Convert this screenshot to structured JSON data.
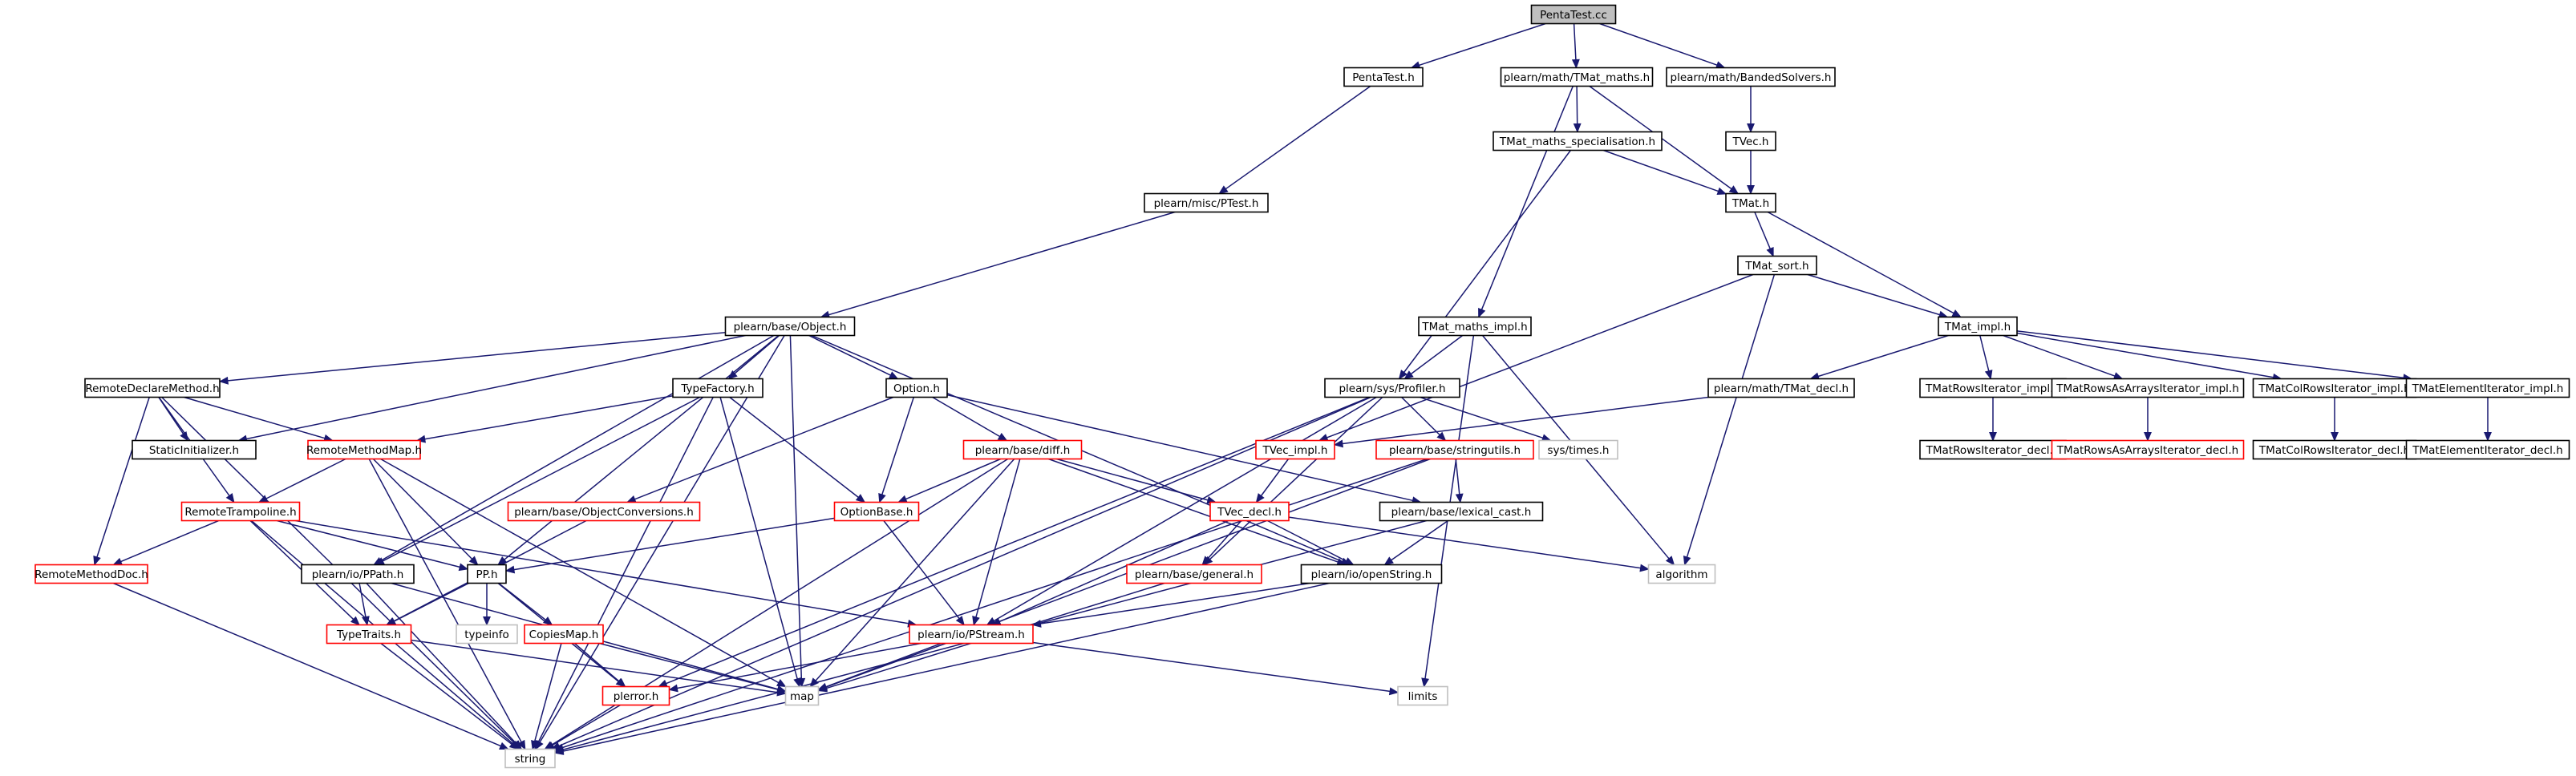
{
  "colors": {
    "edge": "#191970",
    "border_normal": "#000000",
    "border_incomplete": "#ff0000",
    "border_external": "#bfbfbf",
    "root_fill": "#bfbfbf",
    "fill": "#ffffff"
  },
  "nodes": [
    {
      "id": "pentatest_cc",
      "label": "PentaTest.cc",
      "kind": "root"
    },
    {
      "id": "pentatest_h",
      "label": "PentaTest.h",
      "kind": "normal"
    },
    {
      "id": "tmat_maths_h",
      "label": "plearn/math/TMat_maths.h",
      "kind": "normal"
    },
    {
      "id": "banded_solvers_h",
      "label": "plearn/math/BandedSolvers.h",
      "kind": "normal"
    },
    {
      "id": "tmat_maths_spec_h",
      "label": "TMat_maths_specialisation.h",
      "kind": "normal"
    },
    {
      "id": "tvec_h",
      "label": "TVec.h",
      "kind": "normal"
    },
    {
      "id": "ptest_h",
      "label": "plearn/misc/PTest.h",
      "kind": "normal"
    },
    {
      "id": "tmat_h",
      "label": "TMat.h",
      "kind": "normal"
    },
    {
      "id": "tmat_sort_h",
      "label": "TMat_sort.h",
      "kind": "normal"
    },
    {
      "id": "object_h",
      "label": "plearn/base/Object.h",
      "kind": "normal"
    },
    {
      "id": "tmat_maths_impl_h",
      "label": "TMat_maths_impl.h",
      "kind": "normal"
    },
    {
      "id": "tmat_impl_h",
      "label": "TMat_impl.h",
      "kind": "normal"
    },
    {
      "id": "remote_declare_method_h",
      "label": "RemoteDeclareMethod.h",
      "kind": "normal"
    },
    {
      "id": "type_factory_h",
      "label": "TypeFactory.h",
      "kind": "normal"
    },
    {
      "id": "option_h",
      "label": "Option.h",
      "kind": "normal"
    },
    {
      "id": "profiler_h",
      "label": "plearn/sys/Profiler.h",
      "kind": "normal"
    },
    {
      "id": "tmat_decl_h",
      "label": "plearn/math/TMat_decl.h",
      "kind": "normal"
    },
    {
      "id": "tmat_rows_iterator_impl_h",
      "label": "TMatRowsIterator_impl.h",
      "kind": "normal"
    },
    {
      "id": "tmat_rows_as_arrays_iterator_impl_h",
      "label": "TMatRowsAsArraysIterator_impl.h",
      "kind": "normal"
    },
    {
      "id": "tmat_col_rows_iterator_impl_h",
      "label": "TMatColRowsIterator_impl.h",
      "kind": "normal"
    },
    {
      "id": "tmat_element_iterator_impl_h",
      "label": "TMatElementIterator_impl.h",
      "kind": "normal"
    },
    {
      "id": "static_initializer_h",
      "label": "StaticInitializer.h",
      "kind": "normal"
    },
    {
      "id": "remote_method_map_h",
      "label": "RemoteMethodMap.h",
      "kind": "incomplete"
    },
    {
      "id": "diff_h",
      "label": "plearn/base/diff.h",
      "kind": "incomplete"
    },
    {
      "id": "tvec_impl_h",
      "label": "TVec_impl.h",
      "kind": "incomplete"
    },
    {
      "id": "stringutils_h",
      "label": "plearn/base/stringutils.h",
      "kind": "incomplete"
    },
    {
      "id": "sys_times_h",
      "label": "sys/times.h",
      "kind": "external"
    },
    {
      "id": "tmat_rows_iterator_decl_h",
      "label": "TMatRowsIterator_decl.h",
      "kind": "normal"
    },
    {
      "id": "tmat_rows_as_arrays_iterator_decl_h",
      "label": "TMatRowsAsArraysIterator_decl.h",
      "kind": "incomplete"
    },
    {
      "id": "tmat_col_rows_iterator_decl_h",
      "label": "TMatColRowsIterator_decl.h",
      "kind": "normal"
    },
    {
      "id": "tmat_element_iterator_decl_h",
      "label": "TMatElementIterator_decl.h",
      "kind": "normal"
    },
    {
      "id": "remote_trampoline_h",
      "label": "RemoteTrampoline.h",
      "kind": "incomplete"
    },
    {
      "id": "object_conversions_h",
      "label": "plearn/base/ObjectConversions.h",
      "kind": "incomplete"
    },
    {
      "id": "option_base_h",
      "label": "OptionBase.h",
      "kind": "incomplete"
    },
    {
      "id": "tvec_decl_h",
      "label": "TVec_decl.h",
      "kind": "incomplete"
    },
    {
      "id": "lexical_cast_h",
      "label": "plearn/base/lexical_cast.h",
      "kind": "normal"
    },
    {
      "id": "remote_method_doc_h",
      "label": "RemoteMethodDoc.h",
      "kind": "incomplete"
    },
    {
      "id": "ppath_h",
      "label": "plearn/io/PPath.h",
      "kind": "normal"
    },
    {
      "id": "pp_h",
      "label": "PP.h",
      "kind": "normal"
    },
    {
      "id": "general_h",
      "label": "plearn/base/general.h",
      "kind": "incomplete"
    },
    {
      "id": "open_string_h",
      "label": "plearn/io/openString.h",
      "kind": "normal"
    },
    {
      "id": "algorithm",
      "label": "algorithm",
      "kind": "external"
    },
    {
      "id": "type_traits_h",
      "label": "TypeTraits.h",
      "kind": "incomplete"
    },
    {
      "id": "typeinfo",
      "label": "typeinfo",
      "kind": "external"
    },
    {
      "id": "copies_map_h",
      "label": "CopiesMap.h",
      "kind": "incomplete"
    },
    {
      "id": "pstream_h",
      "label": "plearn/io/PStream.h",
      "kind": "incomplete"
    },
    {
      "id": "map",
      "label": "map",
      "kind": "external"
    },
    {
      "id": "limits",
      "label": "limits",
      "kind": "external"
    },
    {
      "id": "plerror_h",
      "label": "plerror.h",
      "kind": "incomplete"
    },
    {
      "id": "string",
      "label": "string",
      "kind": "external"
    }
  ],
  "edges": [
    [
      "pentatest_cc",
      "pentatest_h"
    ],
    [
      "pentatest_cc",
      "tmat_maths_h"
    ],
    [
      "pentatest_cc",
      "banded_solvers_h"
    ],
    [
      "pentatest_h",
      "ptest_h"
    ],
    [
      "ptest_h",
      "object_h"
    ],
    [
      "tmat_maths_h",
      "tmat_maths_spec_h"
    ],
    [
      "tmat_maths_h",
      "tmat_h"
    ],
    [
      "tmat_maths_h",
      "tmat_maths_impl_h"
    ],
    [
      "banded_solvers_h",
      "tvec_h"
    ],
    [
      "tvec_h",
      "tmat_h"
    ],
    [
      "tmat_maths_spec_h",
      "tmat_h"
    ],
    [
      "tmat_maths_spec_h",
      "profiler_h"
    ],
    [
      "tmat_h",
      "tmat_sort_h"
    ],
    [
      "tmat_h",
      "tmat_impl_h"
    ],
    [
      "tmat_sort_h",
      "tmat_impl_h"
    ],
    [
      "tmat_sort_h",
      "tvec_impl_h"
    ],
    [
      "tmat_sort_h",
      "algorithm"
    ],
    [
      "tmat_maths_impl_h",
      "profiler_h"
    ],
    [
      "tmat_maths_impl_h",
      "limits"
    ],
    [
      "tmat_maths_impl_h",
      "algorithm"
    ],
    [
      "tmat_impl_h",
      "tmat_decl_h"
    ],
    [
      "tmat_impl_h",
      "tmat_rows_iterator_impl_h"
    ],
    [
      "tmat_impl_h",
      "tmat_rows_as_arrays_iterator_impl_h"
    ],
    [
      "tmat_impl_h",
      "tmat_col_rows_iterator_impl_h"
    ],
    [
      "tmat_impl_h",
      "tmat_element_iterator_impl_h"
    ],
    [
      "tmat_decl_h",
      "tvec_impl_h"
    ],
    [
      "tmat_rows_iterator_impl_h",
      "tmat_rows_iterator_decl_h"
    ],
    [
      "tmat_rows_as_arrays_iterator_impl_h",
      "tmat_rows_as_arrays_iterator_decl_h"
    ],
    [
      "tmat_col_rows_iterator_impl_h",
      "tmat_col_rows_iterator_decl_h"
    ],
    [
      "tmat_element_iterator_impl_h",
      "tmat_element_iterator_decl_h"
    ],
    [
      "object_h",
      "remote_declare_method_h"
    ],
    [
      "object_h",
      "static_initializer_h"
    ],
    [
      "object_h",
      "type_factory_h"
    ],
    [
      "object_h",
      "option_h"
    ],
    [
      "object_h",
      "ppath_h"
    ],
    [
      "object_h",
      "pp_h"
    ],
    [
      "object_h",
      "map"
    ],
    [
      "object_h",
      "open_string_h"
    ],
    [
      "object_h",
      "string"
    ],
    [
      "remote_declare_method_h",
      "static_initializer_h"
    ],
    [
      "remote_declare_method_h",
      "remote_method_map_h"
    ],
    [
      "remote_declare_method_h",
      "remote_trampoline_h"
    ],
    [
      "remote_declare_method_h",
      "remote_method_doc_h"
    ],
    [
      "remote_declare_method_h",
      "string"
    ],
    [
      "type_factory_h",
      "remote_method_map_h"
    ],
    [
      "type_factory_h",
      "option_base_h"
    ],
    [
      "type_factory_h",
      "ppath_h"
    ],
    [
      "type_factory_h",
      "map"
    ],
    [
      "type_factory_h",
      "string"
    ],
    [
      "option_h",
      "object_conversions_h"
    ],
    [
      "option_h",
      "option_base_h"
    ],
    [
      "option_h",
      "diff_h"
    ],
    [
      "option_h",
      "lexical_cast_h"
    ],
    [
      "profiler_h",
      "pstream_h"
    ],
    [
      "profiler_h",
      "plerror_h"
    ],
    [
      "profiler_h",
      "general_h"
    ],
    [
      "profiler_h",
      "stringutils_h"
    ],
    [
      "profiler_h",
      "sys_times_h"
    ],
    [
      "profiler_h",
      "string"
    ],
    [
      "remote_method_map_h",
      "remote_trampoline_h"
    ],
    [
      "remote_method_map_h",
      "pp_h"
    ],
    [
      "remote_method_map_h",
      "map"
    ],
    [
      "remote_method_map_h",
      "string"
    ],
    [
      "diff_h",
      "option_base_h"
    ],
    [
      "diff_h",
      "tvec_decl_h"
    ],
    [
      "diff_h",
      "pstream_h"
    ],
    [
      "diff_h",
      "open_string_h"
    ],
    [
      "diff_h",
      "map"
    ],
    [
      "diff_h",
      "string"
    ],
    [
      "tvec_impl_h",
      "tvec_decl_h"
    ],
    [
      "stringutils_h",
      "lexical_cast_h"
    ],
    [
      "stringutils_h",
      "map"
    ],
    [
      "stringutils_h",
      "string"
    ],
    [
      "remote_trampoline_h",
      "remote_method_doc_h"
    ],
    [
      "remote_trampoline_h",
      "pp_h"
    ],
    [
      "remote_trampoline_h",
      "type_traits_h"
    ],
    [
      "remote_trampoline_h",
      "pstream_h"
    ],
    [
      "remote_trampoline_h",
      "string"
    ],
    [
      "object_conversions_h",
      "type_traits_h"
    ],
    [
      "option_base_h",
      "pp_h"
    ],
    [
      "option_base_h",
      "pstream_h"
    ],
    [
      "tvec_decl_h",
      "general_h"
    ],
    [
      "tvec_decl_h",
      "open_string_h"
    ],
    [
      "tvec_decl_h",
      "pstream_h"
    ],
    [
      "tvec_decl_h",
      "algorithm"
    ],
    [
      "lexical_cast_h",
      "open_string_h"
    ],
    [
      "lexical_cast_h",
      "string"
    ],
    [
      "remote_method_doc_h",
      "string"
    ],
    [
      "ppath_h",
      "type_traits_h"
    ],
    [
      "ppath_h",
      "map"
    ],
    [
      "ppath_h",
      "string"
    ],
    [
      "pp_h",
      "type_traits_h"
    ],
    [
      "pp_h",
      "typeinfo"
    ],
    [
      "pp_h",
      "copies_map_h"
    ],
    [
      "pp_h",
      "plerror_h"
    ],
    [
      "general_h",
      "map"
    ],
    [
      "open_string_h",
      "pstream_h"
    ],
    [
      "open_string_h",
      "string"
    ],
    [
      "type_traits_h",
      "map"
    ],
    [
      "type_traits_h",
      "string"
    ],
    [
      "copies_map_h",
      "map"
    ],
    [
      "copies_map_h",
      "plerror_h"
    ],
    [
      "copies_map_h",
      "string"
    ],
    [
      "pstream_h",
      "plerror_h"
    ],
    [
      "pstream_h",
      "map"
    ],
    [
      "pstream_h",
      "limits"
    ],
    [
      "plerror_h",
      "string"
    ]
  ]
}
